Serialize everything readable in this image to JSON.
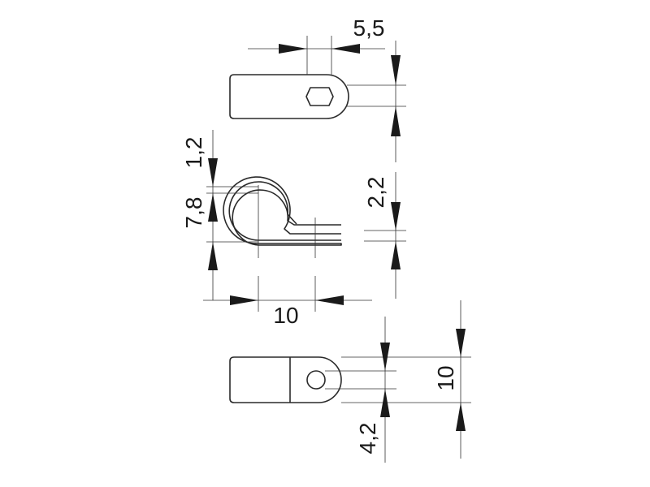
{
  "dimensions": {
    "hole_offset": "5,5",
    "material_thickness": "1,2",
    "inner_diameter": "7,8",
    "slot_gap": "2,2",
    "clip_length": "10",
    "clip_width": "10",
    "hole_diameter": "4,2"
  },
  "colors": {
    "line": "#2a2a2a",
    "background": "#ffffff"
  }
}
